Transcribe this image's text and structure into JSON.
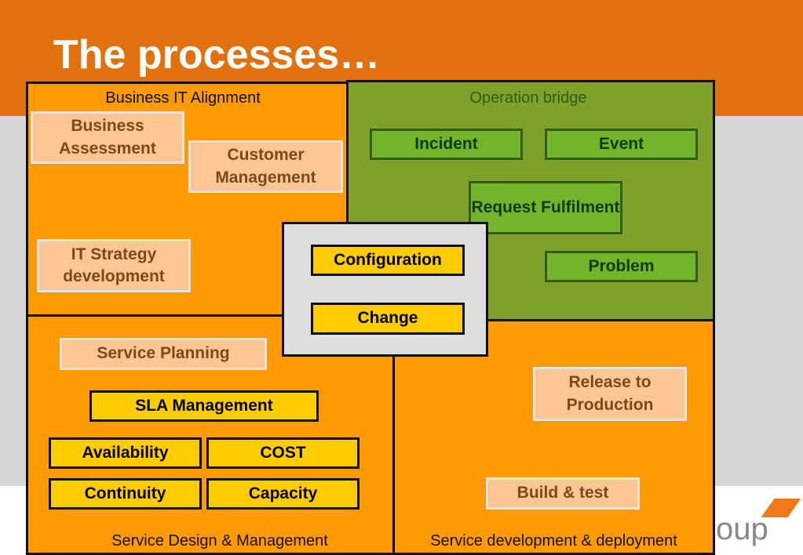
{
  "slide": {
    "title": "The processes…"
  },
  "quadrants": {
    "business_it_alignment": {
      "label": "Business IT Alignment",
      "items": [
        "Business Assessment",
        "Customer Management",
        "IT Strategy development"
      ]
    },
    "operation_bridge": {
      "label": "Operation bridge",
      "items": [
        "Incident",
        "Event",
        "Request Fulfilment",
        "Problem"
      ]
    },
    "service_design": {
      "label": "Service Design & Management",
      "items": [
        "Service Planning",
        "SLA Management",
        "Availability",
        "COST",
        "Continuity",
        "Capacity"
      ]
    },
    "service_development": {
      "label": "Service development & deployment",
      "items": [
        "Release to Production",
        "Build & test"
      ]
    }
  },
  "center": {
    "items": [
      "Configuration",
      "Change"
    ]
  },
  "logo": {
    "text": "oup"
  },
  "colors": {
    "header": "#e1710f",
    "quadrant_orange": "#fd9a06",
    "quadrant_green": "#7fa02a",
    "box_peach": "#fcc594",
    "box_yellow": "#fdcc03",
    "box_green": "#73b42a"
  }
}
